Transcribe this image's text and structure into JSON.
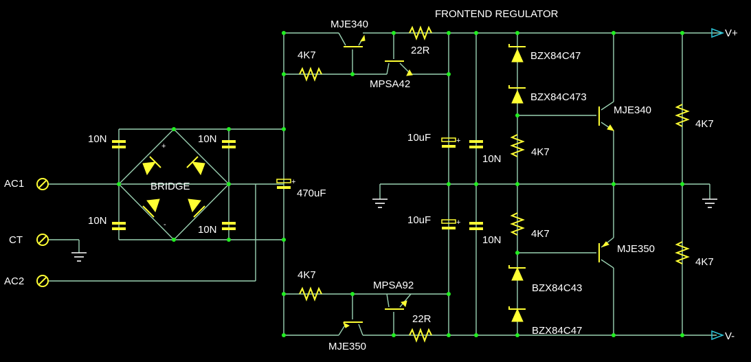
{
  "title": "FRONTEND REGULATOR",
  "terminals": {
    "ac1": "AC1",
    "ct": "CT",
    "ac2": "AC2",
    "vpos": "V+",
    "vneg": "V-"
  },
  "bridge": {
    "label": "BRIDGE",
    "plus": "+",
    "minus": "-"
  },
  "components": {
    "c_bridge_tl": "10N",
    "c_bridge_bl": "10N",
    "c_bridge_tr": "10N",
    "c_bridge_br": "10N",
    "c_main": "470uF",
    "c_main_plus": "+",
    "r_top_base": "4K7",
    "r_bot_base": "4K7",
    "q_top_pass": "MJE340",
    "q_top_ctrl": "MPSA42",
    "r_top_sense": "22R",
    "q_bot_pass": "MJE350",
    "q_bot_ctrl": "MPSA92",
    "r_bot_sense": "22R",
    "c_out_top": "10uF",
    "c_out_top_plus": "+",
    "c_out_bot": "10uF",
    "c_out_bot_plus": "+",
    "c_film_top": "10N",
    "c_film_bot": "10N",
    "z1": "BZX84C47",
    "z2": "BZX84C473",
    "z3": "BZX84C43",
    "z4": "BZX84C47",
    "r_zener_top": "4K7",
    "r_zener_bot": "4K7",
    "q_out_top": "MJE340",
    "q_out_bot": "MJE350",
    "r_load_top": "4K7",
    "r_load_bot": "4K7"
  }
}
